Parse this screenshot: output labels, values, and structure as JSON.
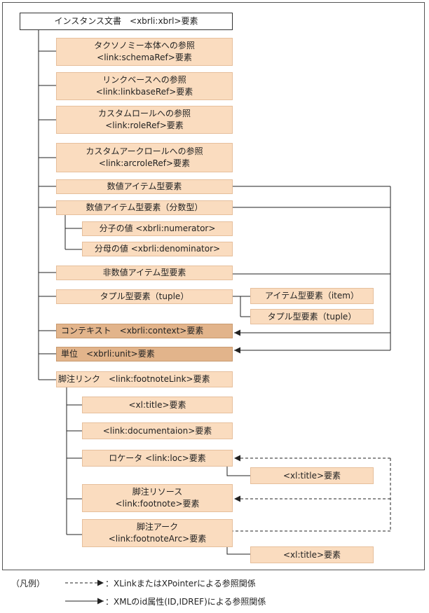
{
  "root": "インスタンス文書　<xbrli:xbrl>要素",
  "boxes": {
    "taxonomy": [
      "タクソノミー本体への参照",
      "<link:schemaRef>要素"
    ],
    "linkbase": [
      "リンクベースへの参照",
      "<link:linkbaseRef>要素"
    ],
    "role": [
      "カスタムロールへの参照",
      "<link:roleRef>要素"
    ],
    "arcrole": [
      "カスタムアークロールへの参照",
      "<link:arcroleRef>要素"
    ],
    "numeric_item": "数値アイテム型要素",
    "fraction_item": "数値アイテム型要素（分数型）",
    "numerator": "分子の値 <xbrli:numerator>",
    "denominator": "分母の値 <xbrli:denominator>",
    "non_numeric_item": "非数値アイテム型要素",
    "tuple": "タプル型要素（tuple）",
    "tuple_item": "アイテム型要素（item）",
    "tuple_tuple": "タプル型要素（tuple）",
    "context": "コンテキスト　<xbrli:context>要素",
    "unit": "単位　<xbrli:unit>要素",
    "footnote_link": "脚注リンク　<link:footnoteLink>要素",
    "xl_title": "<xl:title>要素",
    "documentation": "<link:documentaion>要素",
    "locator": "ロケータ <link:loc>要素",
    "locator_title": "<xl:title>要素",
    "footnote": [
      "脚注リソース",
      "<link:footnote>要素"
    ],
    "footnote_arc": [
      "脚注アーク",
      "<link:footnoteArc>要素"
    ],
    "arc_title": "<xl:title>要素"
  },
  "legend": {
    "label": "（凡例）",
    "dashed": "：XLinkまたはXPointerによる参照関係",
    "solid": "：XMLのid属性(ID,IDREF)による参照関係"
  },
  "colors": {
    "box_fill": "#fadcbf",
    "box_fill_dark": "#e2b48b",
    "line": "#222222"
  }
}
